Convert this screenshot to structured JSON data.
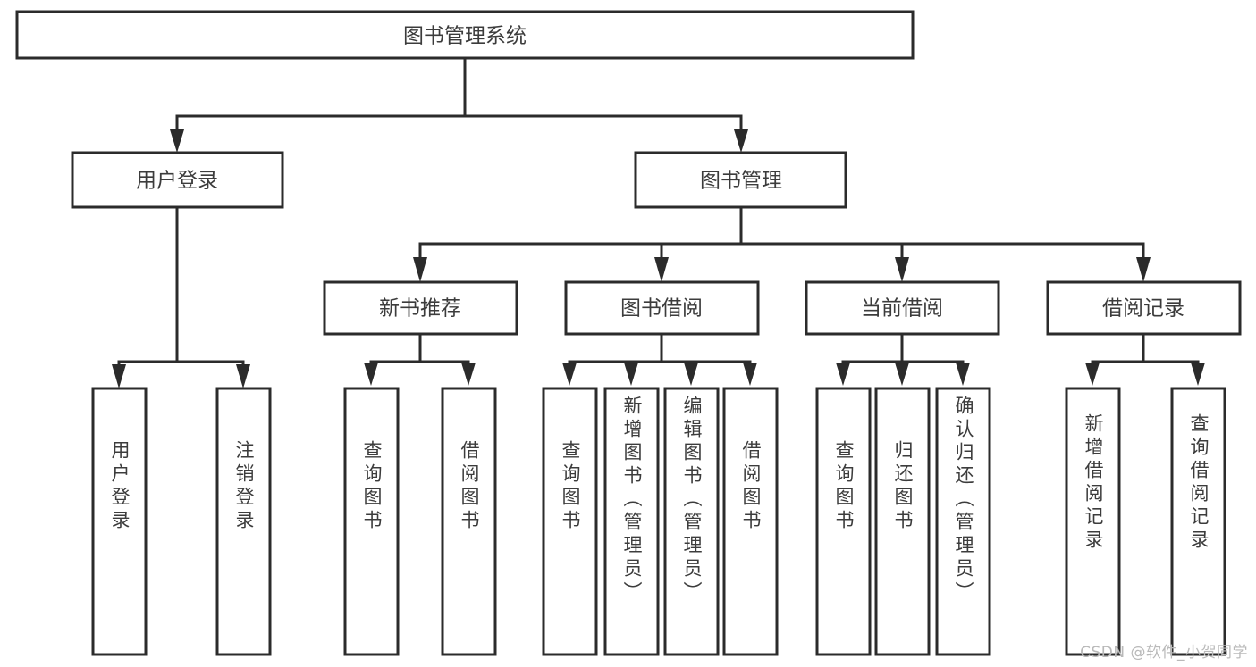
{
  "diagram": {
    "title": "图书管理系统",
    "type": "tree",
    "orientation": "top-down",
    "root": {
      "id": "root",
      "label": "图书管理系统"
    },
    "level2": [
      {
        "id": "user-login",
        "label": "用户登录"
      },
      {
        "id": "book-manage",
        "label": "图书管理"
      }
    ],
    "level3": [
      {
        "id": "new-book-recommend",
        "label": "新书推荐",
        "parent": "book-manage"
      },
      {
        "id": "book-borrow",
        "label": "图书借阅",
        "parent": "book-manage"
      },
      {
        "id": "current-borrow",
        "label": "当前借阅",
        "parent": "book-manage"
      },
      {
        "id": "borrow-record",
        "label": "借阅记录",
        "parent": "book-manage"
      }
    ],
    "leaves": [
      {
        "id": "leaf-user-login",
        "label": "用户登录",
        "parent": "user-login"
      },
      {
        "id": "leaf-logout-login",
        "label": "注销登录",
        "parent": "user-login"
      },
      {
        "id": "leaf-query-book-1",
        "label": "查询图书",
        "parent": "new-book-recommend"
      },
      {
        "id": "leaf-borrow-book-1",
        "label": "借阅图书",
        "parent": "new-book-recommend"
      },
      {
        "id": "leaf-query-book-2",
        "label": "查询图书",
        "parent": "book-borrow"
      },
      {
        "id": "leaf-add-book",
        "label": "新增图书（管理员）",
        "parent": "book-borrow"
      },
      {
        "id": "leaf-edit-book",
        "label": "编辑图书（管理员）",
        "parent": "book-borrow"
      },
      {
        "id": "leaf-borrow-book-2",
        "label": "借阅图书",
        "parent": "book-borrow"
      },
      {
        "id": "leaf-query-book-3",
        "label": "查询图书",
        "parent": "current-borrow"
      },
      {
        "id": "leaf-return-book",
        "label": "归还图书",
        "parent": "current-borrow"
      },
      {
        "id": "leaf-confirm-return",
        "label": "确认归还（管理员）",
        "parent": "current-borrow"
      },
      {
        "id": "leaf-add-record",
        "label": "新增借阅记录",
        "parent": "borrow-record"
      },
      {
        "id": "leaf-query-record",
        "label": "查询借阅记录",
        "parent": "borrow-record"
      }
    ]
  },
  "watermark": {
    "text": "CSDN @软件_小贺同学"
  },
  "colors": {
    "background": "#ffffff",
    "box_stroke": "#2b2b2b",
    "box_fill": "#ffffff",
    "text": "#3c3c3c",
    "connector": "#2b2b2b",
    "watermark": "#b9b9b9"
  }
}
